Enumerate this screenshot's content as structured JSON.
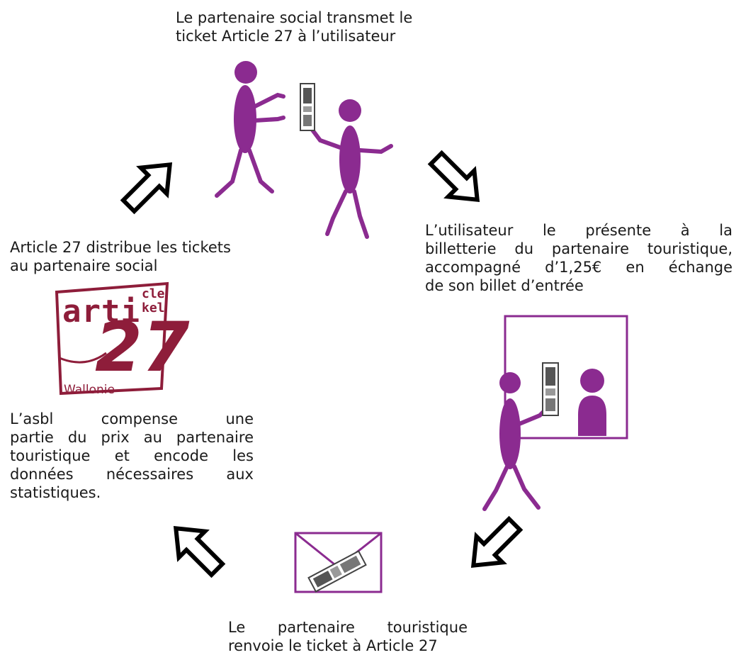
{
  "steps": {
    "top": {
      "line1": "Le partenaire social transmet le",
      "line2": "ticket Article 27 à l’utilisateur"
    },
    "right": {
      "line1": "L’utilisateur le présente à la",
      "line2": "billetterie du partenaire touristique,",
      "line3": "accompagné d’1,25€ en échange",
      "line4": "de son billet d’entrée"
    },
    "bottom": {
      "line1": "Le partenaire touristique",
      "line2": "renvoie le ticket à Article 27"
    },
    "left_upper": {
      "line1": "Article 27 distribue les tickets",
      "line2": "au partenaire social"
    },
    "left_lower": {
      "line1": "L’asbl compense une",
      "line2": "partie du prix au partenaire",
      "line3": "touristique et encode les",
      "line4": "données nécessaires aux",
      "line5": "statistiques."
    }
  },
  "logo": {
    "word": "arti",
    "superscript_top": "cle",
    "superscript_bottom": "kel",
    "number": "27",
    "region": "Wallonie"
  },
  "colors": {
    "figure": "#8b2b90",
    "logo": "#8e1d3a",
    "arrow_stroke": "#000000",
    "text": "#1a1a1a"
  },
  "icons": [
    "ticket-icon",
    "envelope-icon",
    "arrow-outline-icon",
    "person-icon",
    "ticket-booth-icon"
  ]
}
